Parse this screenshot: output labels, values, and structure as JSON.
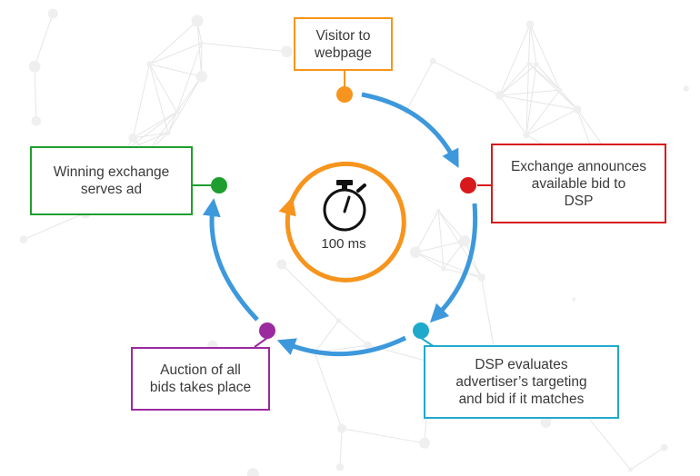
{
  "colors": {
    "visitor": "#F7941D",
    "exchange": "#D7191C",
    "dsp": "#1FAACC",
    "auction": "#9B2A9E",
    "winning": "#1E9E2E",
    "arrow": "#3D98DC",
    "timer_ring": "#F7941D",
    "background_network": "#E6E6E6"
  },
  "center": {
    "icon": "stopwatch-icon",
    "label": "100 ms"
  },
  "steps": [
    {
      "id": "visitor",
      "text": "Visitor to\nwebpage"
    },
    {
      "id": "exchange",
      "text": "Exchange announces\navailable bid to\nDSP"
    },
    {
      "id": "dsp",
      "text": "DSP evaluates\nadvertiser’s targeting\nand bid if it matches"
    },
    {
      "id": "auction",
      "text": "Auction of all\nbids takes place"
    },
    {
      "id": "winning",
      "text": "Winning exchange\nserves ad"
    }
  ]
}
